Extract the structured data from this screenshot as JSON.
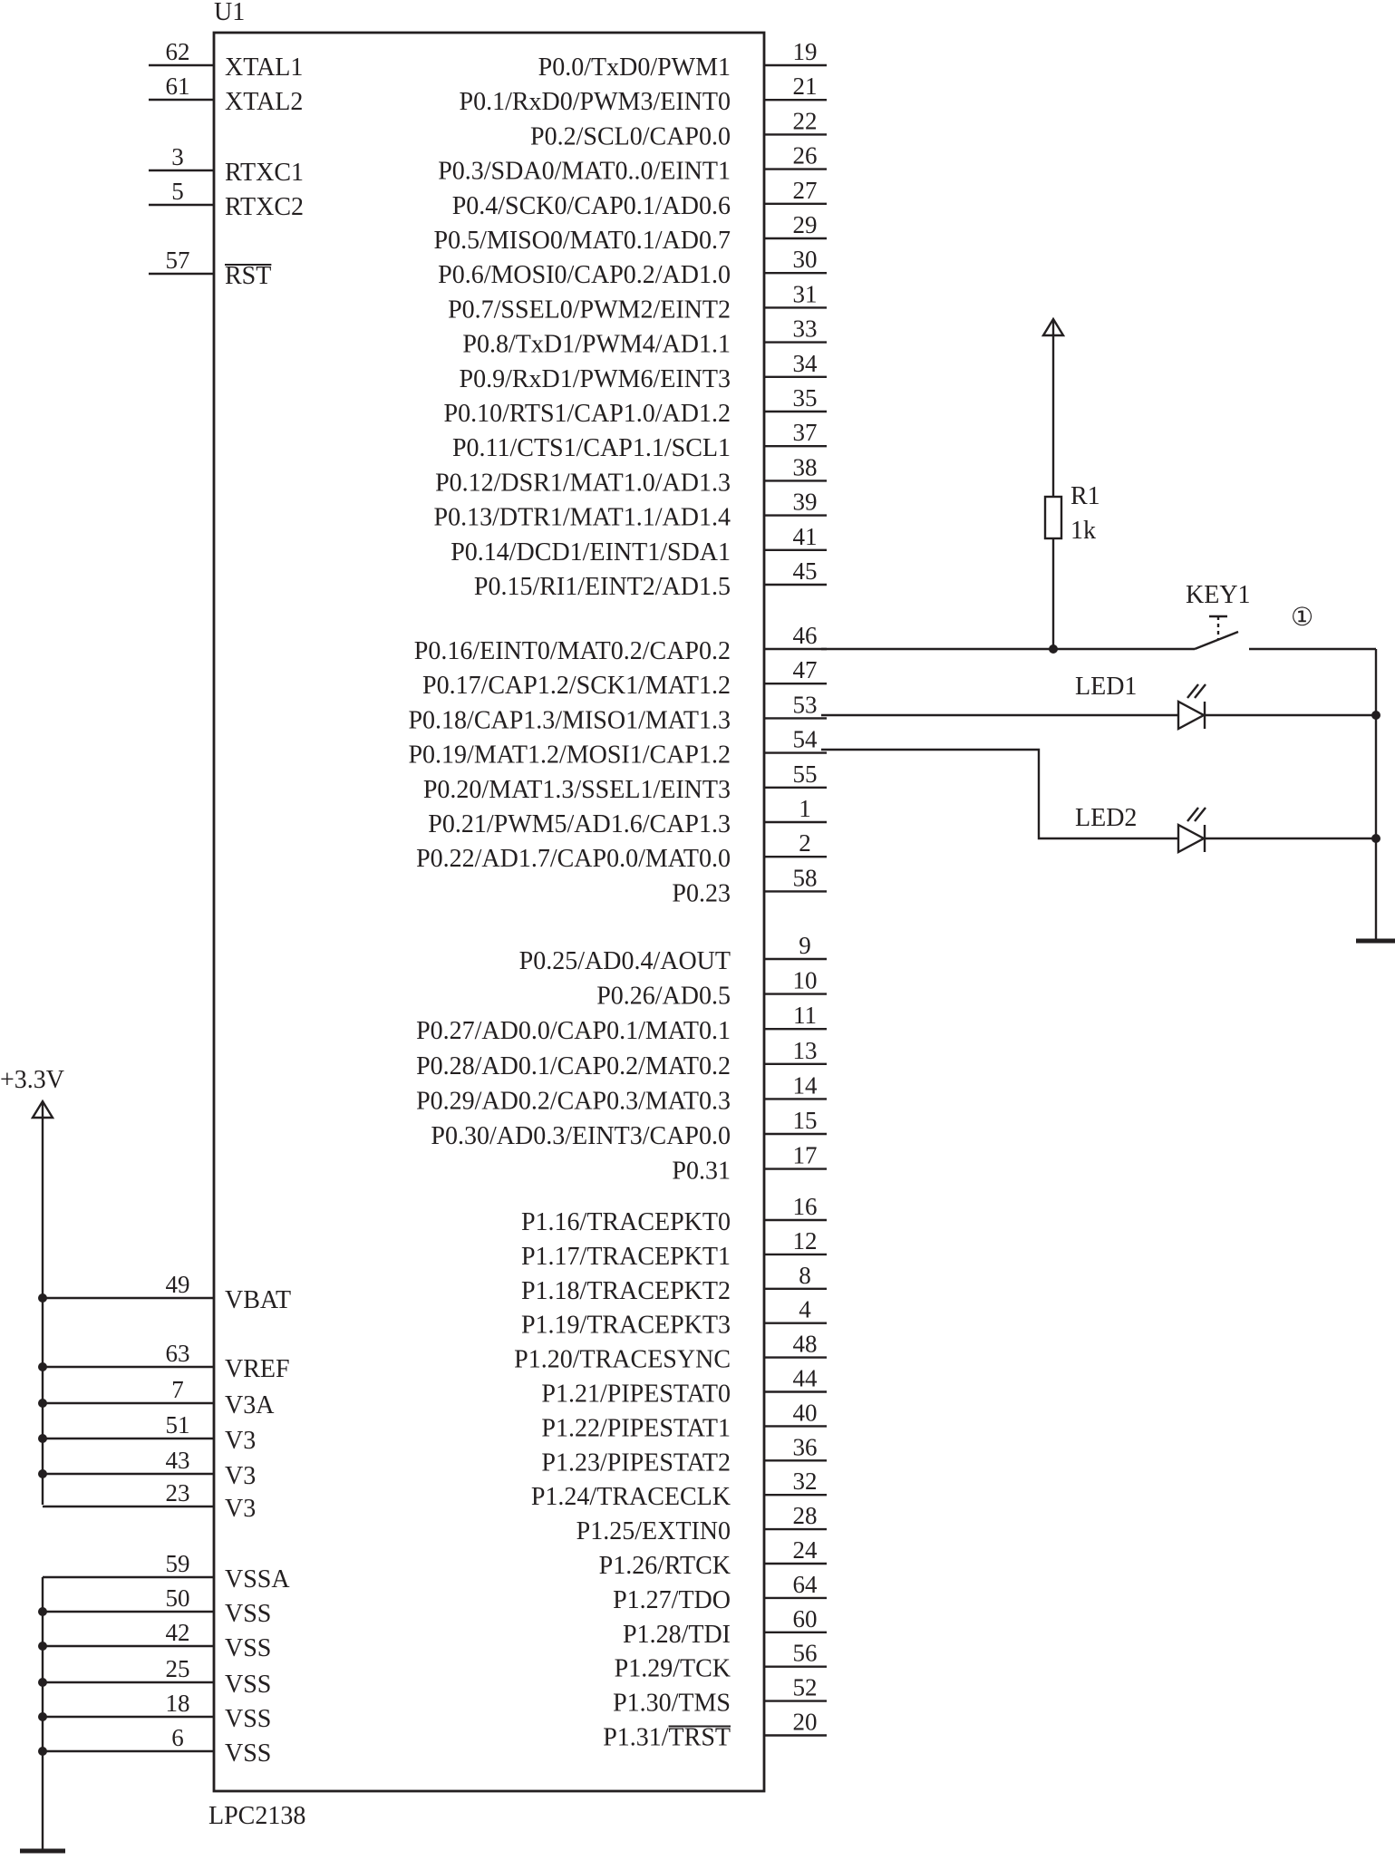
{
  "chip": {
    "designator": "U1",
    "part": "LPC2138",
    "left_pins": [
      {
        "num": "62",
        "name": "XTAL1"
      },
      {
        "num": "61",
        "name": "XTAL2"
      },
      {
        "num": "3",
        "name": "RTXC1"
      },
      {
        "num": "5",
        "name": "RTXC2"
      },
      {
        "num": "57",
        "name": "RST",
        "overbar": true
      },
      {
        "num": "49",
        "name": "VBAT"
      },
      {
        "num": "63",
        "name": "VREF"
      },
      {
        "num": "7",
        "name": "V3A"
      },
      {
        "num": "51",
        "name": "V3"
      },
      {
        "num": "43",
        "name": "V3"
      },
      {
        "num": "23",
        "name": "V3"
      },
      {
        "num": "59",
        "name": "VSSA"
      },
      {
        "num": "50",
        "name": "VSS"
      },
      {
        "num": "42",
        "name": "VSS"
      },
      {
        "num": "25",
        "name": "VSS"
      },
      {
        "num": "18",
        "name": "VSS"
      },
      {
        "num": "6",
        "name": "VSS"
      }
    ],
    "right_pins": [
      {
        "num": "19",
        "name": "P0.0/TxD0/PWM1"
      },
      {
        "num": "21",
        "name": "P0.1/RxD0/PWM3/EINT0"
      },
      {
        "num": "22",
        "name": "P0.2/SCL0/CAP0.0"
      },
      {
        "num": "26",
        "name": "P0.3/SDA0/MAT0..0/EINT1"
      },
      {
        "num": "27",
        "name": "P0.4/SCK0/CAP0.1/AD0.6"
      },
      {
        "num": "29",
        "name": "P0.5/MISO0/MAT0.1/AD0.7"
      },
      {
        "num": "30",
        "name": "P0.6/MOSI0/CAP0.2/AD1.0"
      },
      {
        "num": "31",
        "name": "P0.7/SSEL0/PWM2/EINT2"
      },
      {
        "num": "33",
        "name": "P0.8/TxD1/PWM4/AD1.1"
      },
      {
        "num": "34",
        "name": "P0.9/RxD1/PWM6/EINT3"
      },
      {
        "num": "35",
        "name": "P0.10/RTS1/CAP1.0/AD1.2"
      },
      {
        "num": "37",
        "name": "P0.11/CTS1/CAP1.1/SCL1"
      },
      {
        "num": "38",
        "name": "P0.12/DSR1/MAT1.0/AD1.3"
      },
      {
        "num": "39",
        "name": "P0.13/DTR1/MAT1.1/AD1.4"
      },
      {
        "num": "41",
        "name": "P0.14/DCD1/EINT1/SDA1"
      },
      {
        "num": "45",
        "name": "P0.15/RI1/EINT2/AD1.5"
      },
      {
        "num": "46",
        "name": "P0.16/EINT0/MAT0.2/CAP0.2"
      },
      {
        "num": "47",
        "name": "P0.17/CAP1.2/SCK1/MAT1.2"
      },
      {
        "num": "53",
        "name": "P0.18/CAP1.3/MISO1/MAT1.3"
      },
      {
        "num": "54",
        "name": "P0.19/MAT1.2/MOSI1/CAP1.2"
      },
      {
        "num": "55",
        "name": "P0.20/MAT1.3/SSEL1/EINT3"
      },
      {
        "num": "1",
        "name": "P0.21/PWM5/AD1.6/CAP1.3"
      },
      {
        "num": "2",
        "name": "P0.22/AD1.7/CAP0.0/MAT0.0"
      },
      {
        "num": "58",
        "name": "P0.23"
      },
      {
        "num": "9",
        "name": "P0.25/AD0.4/AOUT"
      },
      {
        "num": "10",
        "name": "P0.26/AD0.5"
      },
      {
        "num": "11",
        "name": "P0.27/AD0.0/CAP0.1/MAT0.1"
      },
      {
        "num": "13",
        "name": "P0.28/AD0.1/CAP0.2/MAT0.2"
      },
      {
        "num": "14",
        "name": "P0.29/AD0.2/CAP0.3/MAT0.3"
      },
      {
        "num": "15",
        "name": "P0.30/AD0.3/EINT3/CAP0.0"
      },
      {
        "num": "17",
        "name": "P0.31"
      },
      {
        "num": "16",
        "name": "P1.16/TRACEPKT0"
      },
      {
        "num": "12",
        "name": "P1.17/TRACEPKT1"
      },
      {
        "num": "8",
        "name": "P1.18/TRACEPKT2"
      },
      {
        "num": "4",
        "name": "P1.19/TRACEPKT3"
      },
      {
        "num": "48",
        "name": "P1.20/TRACESYNC"
      },
      {
        "num": "44",
        "name": "P1.21/PIPESTAT0"
      },
      {
        "num": "40",
        "name": "P1.22/PIPESTAT1"
      },
      {
        "num": "36",
        "name": "P1.23/PIPESTAT2"
      },
      {
        "num": "32",
        "name": "P1.24/TRACECLK"
      },
      {
        "num": "28",
        "name": "P1.25/EXTIN0"
      },
      {
        "num": "24",
        "name": "P1.26/RTCK"
      },
      {
        "num": "64",
        "name": "P1.27/TDO"
      },
      {
        "num": "60",
        "name": "P1.28/TDI"
      },
      {
        "num": "56",
        "name": "P1.29/TCK"
      },
      {
        "num": "52",
        "name": "P1.30/TMS"
      },
      {
        "num": "20",
        "name": "P1.31/TRST",
        "overbar_part": "TRST"
      }
    ]
  },
  "power": {
    "label": "+3.3V"
  },
  "resistor": {
    "designator": "R1",
    "value": "1k"
  },
  "switch": {
    "designator": "KEY1",
    "marker": "①"
  },
  "leds": [
    {
      "designator": "LED1"
    },
    {
      "designator": "LED2"
    }
  ]
}
